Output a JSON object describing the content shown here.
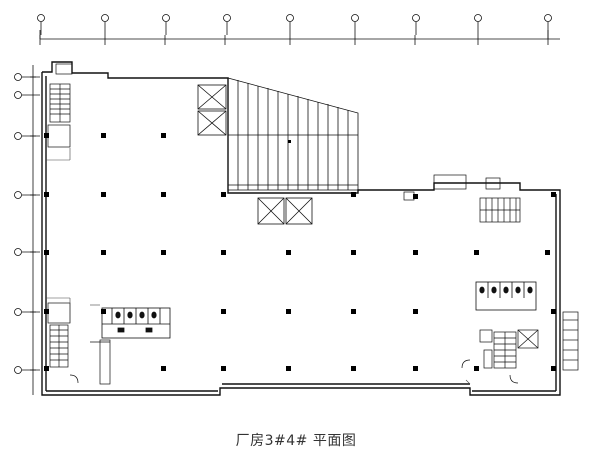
{
  "caption": "厂房3#4# 平面图",
  "colors": {
    "line": "#111111",
    "line_light": "#444444",
    "column": "#000000",
    "background": "#ffffff"
  },
  "icons": {
    "column": "square-column",
    "stair": "stair-hatch",
    "elevator": "elevator-x",
    "toilet": "toilet-fixture",
    "axis_bubble": "grid-axis-bubble"
  }
}
